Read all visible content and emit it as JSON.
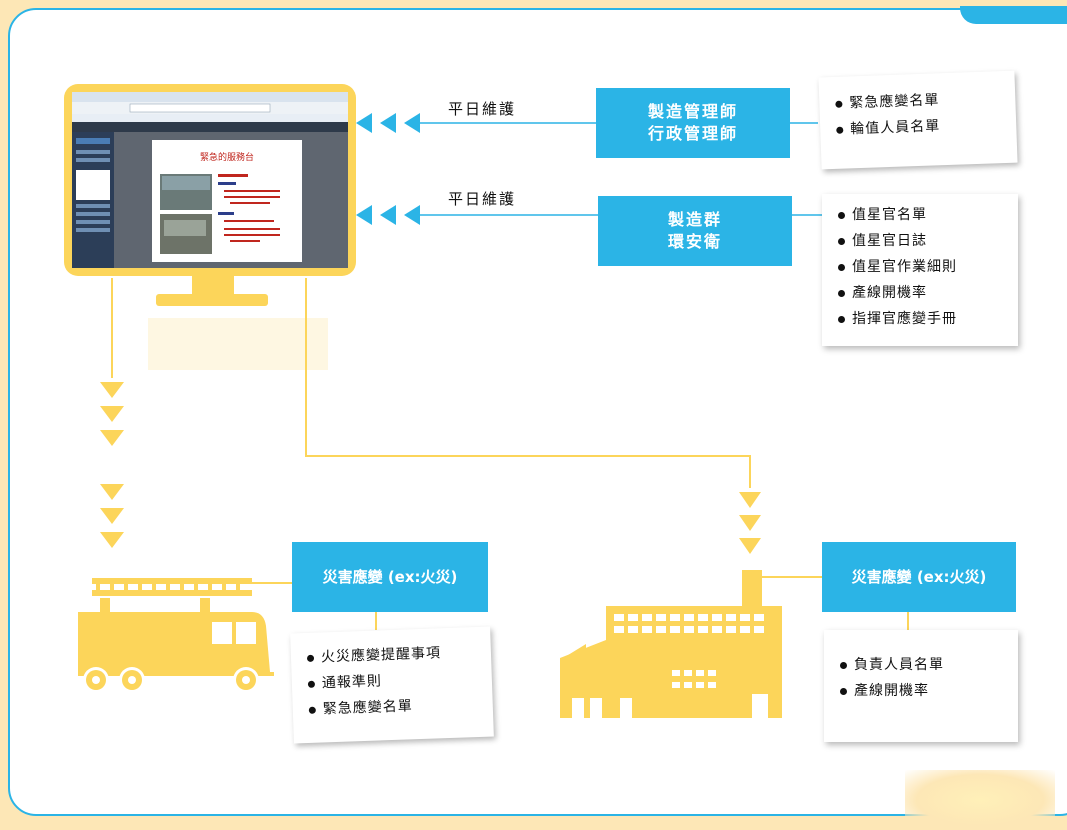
{
  "upper_left_arrow_label": "平日維護",
  "lower_left_arrow_label": "平日維護",
  "box_managers": {
    "line1": "製造管理師",
    "line2": "行政管理師"
  },
  "box_groups": {
    "line1": "製造群",
    "line2": "環安衛"
  },
  "note_managers": [
    "緊急應變名單",
    "輪值人員名單"
  ],
  "note_groups": [
    "值星官名單",
    "值星官日誌",
    "值星官作業細則",
    "產線開機率",
    "指揮官應變手冊"
  ],
  "disaster_left": {
    "label": "災害應變 (ex:火災)",
    "items": [
      "火災應變提醒事項",
      "通報準則",
      "緊急應變名單"
    ]
  },
  "disaster_right": {
    "label": "災害應變 (ex:火災)",
    "items": [
      "負責人員名單",
      "產線開機率"
    ]
  },
  "screen": {
    "title": "緊急的服務台"
  },
  "colors": {
    "accent_blue": "#2bb4e6",
    "yellow": "#fcd55a",
    "frame": "#2bb4e6"
  },
  "icons": [
    "computer-monitor-icon",
    "fire-truck-icon",
    "factory-icon"
  ]
}
